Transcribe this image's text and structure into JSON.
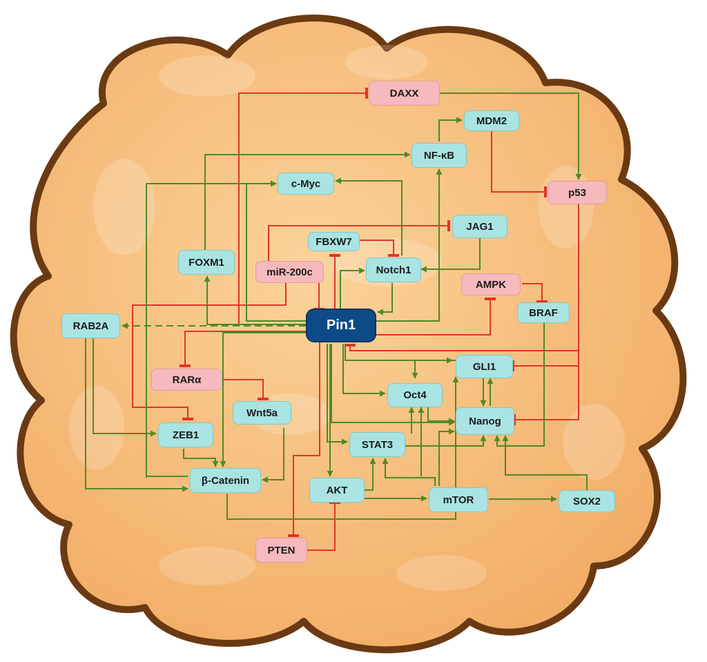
{
  "colors": {
    "activation": "#4f8a23",
    "inhibition": "#e0342b",
    "activator_node": "#a9e4e2",
    "inhibitor_node": "#f6b9bd",
    "hub_node": "#0d4b86",
    "cell_fill": "#f6bd7c",
    "cell_outline": "#6b3a12"
  },
  "nodes": {
    "daxx": "DAXX",
    "mdm2": "MDM2",
    "nfkb": "NF-κB",
    "cmyc": "c-Myc",
    "p53": "p53",
    "jag1": "JAG1",
    "fbxw7": "FBXW7",
    "foxm1": "FOXM1",
    "mir200c": "miR-200c",
    "notch1": "Notch1",
    "ampk": "AMPK",
    "braf": "BRAF",
    "rab2a": "RAB2A",
    "pin1": "Pin1",
    "gli1": "GLI1",
    "rara": "RARα",
    "oct4": "Oct4",
    "wnt5a": "Wnt5a",
    "nanog": "Nanog",
    "zeb1": "ZEB1",
    "stat3": "STAT3",
    "bcatenin": "β-Catenin",
    "akt": "AKT",
    "mtor": "mTOR",
    "sox2": "SOX2",
    "pten": "PTEN"
  }
}
